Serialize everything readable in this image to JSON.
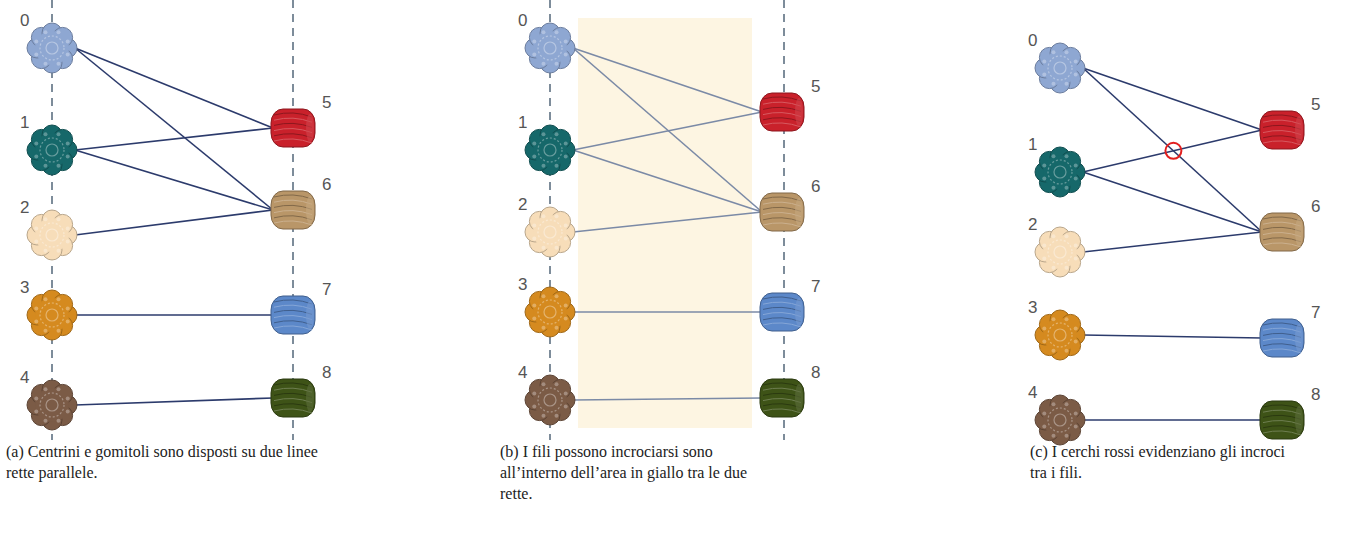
{
  "diagram": {
    "nodes": [
      {
        "text": [
          "0"
        ]
      },
      {
        "text": [
          "1"
        ]
      },
      {
        "text": [
          "2"
        ]
      },
      {
        "text": [
          "3"
        ]
      },
      {
        "text": [
          "4"
        ]
      },
      {
        "text": [
          "5"
        ]
      },
      {
        "text": [
          "6"
        ]
      },
      {
        "text": [
          "7"
        ]
      },
      {
        "text": [
          "8"
        ]
      },
      {
        "text": [
          "0"
        ]
      },
      {
        "text": [
          "1"
        ]
      },
      {
        "text": [
          "2"
        ]
      },
      {
        "text": [
          "3"
        ]
      },
      {
        "text": [
          "4"
        ]
      },
      {
        "text": [
          "5"
        ]
      },
      {
        "text": [
          "6"
        ]
      },
      {
        "text": [
          "7"
        ]
      },
      {
        "text": [
          "8"
        ]
      },
      {
        "text": [
          "0"
        ]
      },
      {
        "text": [
          "1"
        ]
      },
      {
        "text": [
          "2"
        ]
      },
      {
        "text": [
          "3"
        ]
      },
      {
        "text": [
          "4"
        ]
      },
      {
        "text": [
          "5"
        ]
      },
      {
        "text": [
          "6"
        ]
      },
      {
        "text": [
          "7"
        ]
      },
      {
        "text": [
          "8"
        ]
      }
    ],
    "edges": [
      {
        "from": 0,
        "to": 5,
        "arrow": "none"
      },
      {
        "from": 0,
        "to": 6,
        "arrow": "none"
      },
      {
        "from": 1,
        "to": 5,
        "arrow": "none"
      },
      {
        "from": 1,
        "to": 6,
        "arrow": "none"
      },
      {
        "from": 2,
        "to": 6,
        "arrow": "none"
      },
      {
        "from": 3,
        "to": 7,
        "arrow": "none"
      },
      {
        "from": 4,
        "to": 8,
        "arrow": "none"
      },
      {
        "from": 9,
        "to": 14,
        "arrow": "none"
      },
      {
        "from": 9,
        "to": 15,
        "arrow": "none"
      },
      {
        "from": 10,
        "to": 14,
        "arrow": "none"
      },
      {
        "from": 10,
        "to": 15,
        "arrow": "none"
      },
      {
        "from": 11,
        "to": 15,
        "arrow": "none"
      },
      {
        "from": 12,
        "to": 16,
        "arrow": "none"
      },
      {
        "from": 13,
        "to": 17,
        "arrow": "none"
      },
      {
        "from": 18,
        "to": 23,
        "arrow": "none"
      },
      {
        "from": 18,
        "to": 24,
        "arrow": "none"
      },
      {
        "from": 19,
        "to": 23,
        "arrow": "none"
      },
      {
        "from": 19,
        "to": 24,
        "arrow": "none"
      },
      {
        "from": 20,
        "to": 24,
        "arrow": "none"
      },
      {
        "from": 21,
        "to": 25,
        "arrow": "none"
      },
      {
        "from": 22,
        "to": 26,
        "arrow": "none"
      }
    ],
    "labels": [
      "(a) Centrini e gomitoli sono disposti su due linee rette parallele.",
      "(b) I fili possono incrociarsi sono all’interno dell’area in giallo tra le due rette.",
      "(c) I cerchi rossi evidenziano gli incroci tra i fili."
    ]
  }
}
